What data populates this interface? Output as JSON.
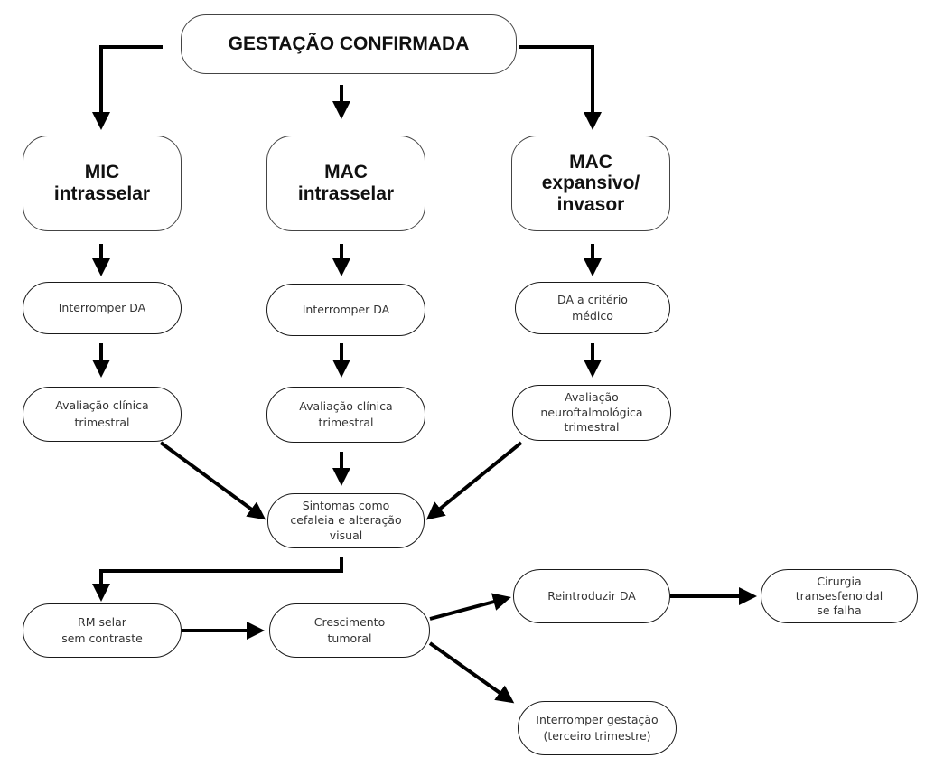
{
  "diagram": {
    "root": "GESTAÇÃO CONFIRMADA",
    "branches": [
      {
        "category": "MIC\nintrasselar",
        "step1": "Interromper DA",
        "step2": "Avaliação clínica\ntrimestral"
      },
      {
        "category": "MAC\nintrasselar",
        "step1": "Interromper DA",
        "step2": "Avaliação clínica\ntrimestral"
      },
      {
        "category": "MAC\nexpansivo/\ninvasor",
        "step1": "DA a critério\nmédico",
        "step2": "Avaliação\nneuroftalmológica\ntrimestral"
      }
    ],
    "symptoms": "Sintomas como\ncefaleia e alteração\nvisual",
    "mri": "RM selar\nsem contraste",
    "growth": "Crescimento\ntumoral",
    "reintroduce": "Reintroduzir DA",
    "surgery": "Cirurgia\ntransesfenoidal\nse falha",
    "interrupt_pregnancy": "Interromper gestação\n(terceiro trimestre)"
  }
}
